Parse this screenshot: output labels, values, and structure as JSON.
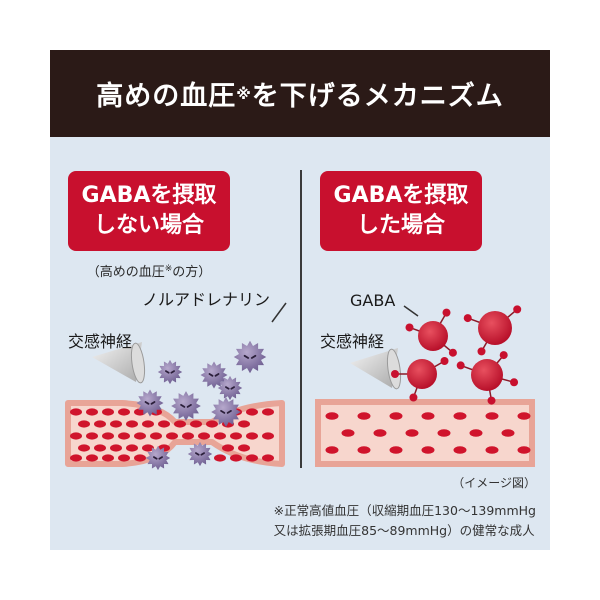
{
  "header": {
    "title_pre": "高めの血圧",
    "title_mark": "※",
    "title_post": "を下げるメカニズム"
  },
  "left_panel": {
    "box_line1": "GABAを摂取",
    "box_line2": "しない場合",
    "note_pre": "（高めの血圧",
    "note_mark": "※",
    "note_post": "の方）",
    "label_noradrenaline": "ノルアドレナリン",
    "label_nerve": "交感神経"
  },
  "right_panel": {
    "box_line1": "GABAを摂取",
    "box_line2": "した場合",
    "label_gaba": "GABA",
    "label_nerve": "交感神経"
  },
  "image_note": "（イメージ図）",
  "footnote": {
    "line1": "※正常高値血圧（収縮期血圧130～139mmHg",
    "line2": "又は拡張期血圧85～89mmHg）の健常な成人"
  },
  "colors": {
    "header_bg": "#2b1a17",
    "accent_red": "#c8102e",
    "background": "#dde7f1",
    "vessel_fill": "#f7d6cd",
    "vessel_wall": "#e8a497",
    "noradrenaline": "#8a7aa8"
  }
}
